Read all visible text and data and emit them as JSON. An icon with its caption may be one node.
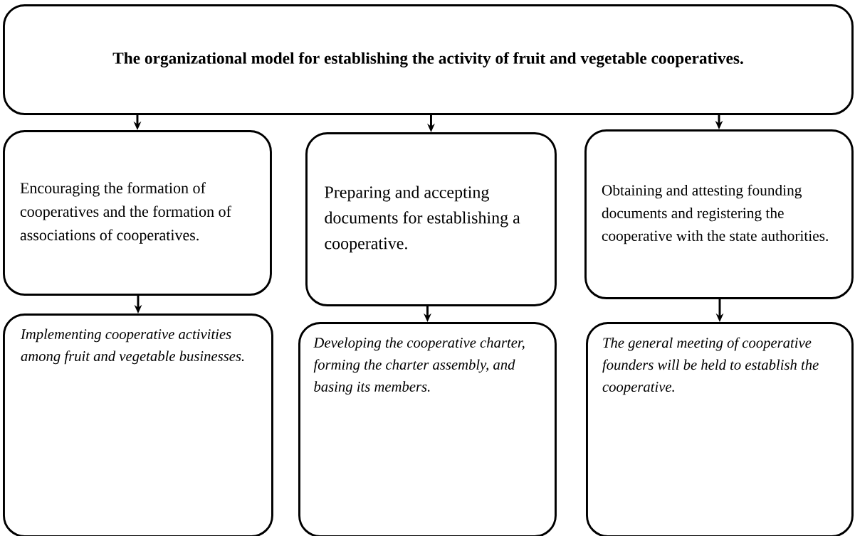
{
  "diagram": {
    "nodes": [
      {
        "text": [
          "The organizational model for establishing the activity of fruit and vegetable cooperatives."
        ]
      },
      {
        "text": [
          "Encouraging the formation of cooperatives and the formation of associations of cooperatives."
        ]
      },
      {
        "text": [
          "Preparing and accepting documents for establishing a cooperative."
        ]
      },
      {
        "text": [
          "Obtaining and attesting founding documents and registering the cooperative with the state authorities."
        ]
      },
      {
        "text": [
          "Implementing cooperative activities among fruit and vegetable businesses."
        ]
      },
      {
        "text": [
          "Developing the cooperative charter, forming the charter assembly, and basing its members."
        ]
      },
      {
        "text": [
          "The general meeting of cooperative founders will be held to establish the cooperative."
        ]
      }
    ],
    "edges": [
      {
        "from": 0,
        "to": 1,
        "arrow": "to"
      },
      {
        "from": 0,
        "to": 2,
        "arrow": "to"
      },
      {
        "from": 0,
        "to": 3,
        "arrow": "to"
      },
      {
        "from": 1,
        "to": 4,
        "arrow": "to"
      },
      {
        "from": 2,
        "to": 5,
        "arrow": "to"
      },
      {
        "from": 3,
        "to": 6,
        "arrow": "to"
      }
    ]
  }
}
